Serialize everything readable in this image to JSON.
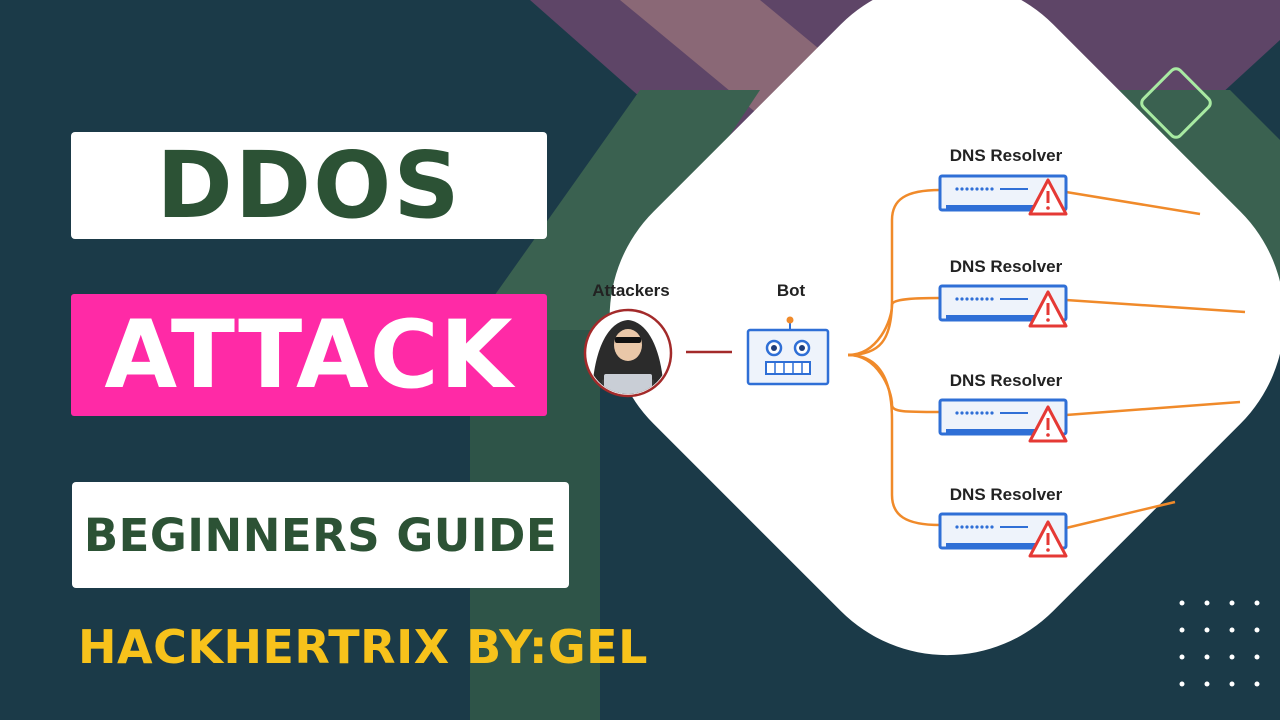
{
  "titles": {
    "ddos": "DDOS",
    "attack": "ATTACK",
    "guide": "BEGINNERS GUIDE"
  },
  "credit": "HACKHERTRIX BY:GEL",
  "diagram": {
    "attackers_label": "Attackers",
    "bot_label": "Bot",
    "resolvers": [
      {
        "label": "DNS Resolver"
      },
      {
        "label": "DNS Resolver"
      },
      {
        "label": "DNS Resolver"
      },
      {
        "label": "DNS Resolver"
      }
    ],
    "icons": [
      "hacker-icon",
      "robot-icon",
      "server-icon",
      "warning-icon"
    ]
  },
  "colors": {
    "background": "#1b3a48",
    "accent_pink": "#ff2aa6",
    "dark_green": "#2c5235",
    "credit_yellow": "#f7c21b",
    "connector_orange": "#f08a2a",
    "server_blue": "#2f6fd6",
    "warning_red": "#e53935"
  }
}
